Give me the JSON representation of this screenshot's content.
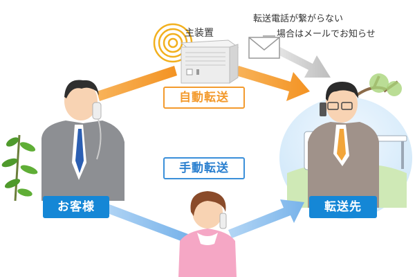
{
  "labels": {
    "main_device": "主装置",
    "notice_line1": "転送電話が繋がらない",
    "notice_line2": "場合はメールでお知らせ",
    "auto_transfer": "自動転送",
    "manual_transfer": "手動転送",
    "customer": "お客様",
    "destination": "転送先"
  },
  "colors": {
    "auto_accent": "#f39a2d",
    "manual_accent": "#3a8fd9",
    "badge_fill": "#1587d6",
    "auto_arrow": "#f5a23e",
    "manual_arrow": "#8cc1ee",
    "mail_arrow": "#c8c8c8"
  },
  "icons": {
    "device": "pbx-device-icon",
    "signal": "signal-waves-icon",
    "mail": "envelope-icon"
  }
}
